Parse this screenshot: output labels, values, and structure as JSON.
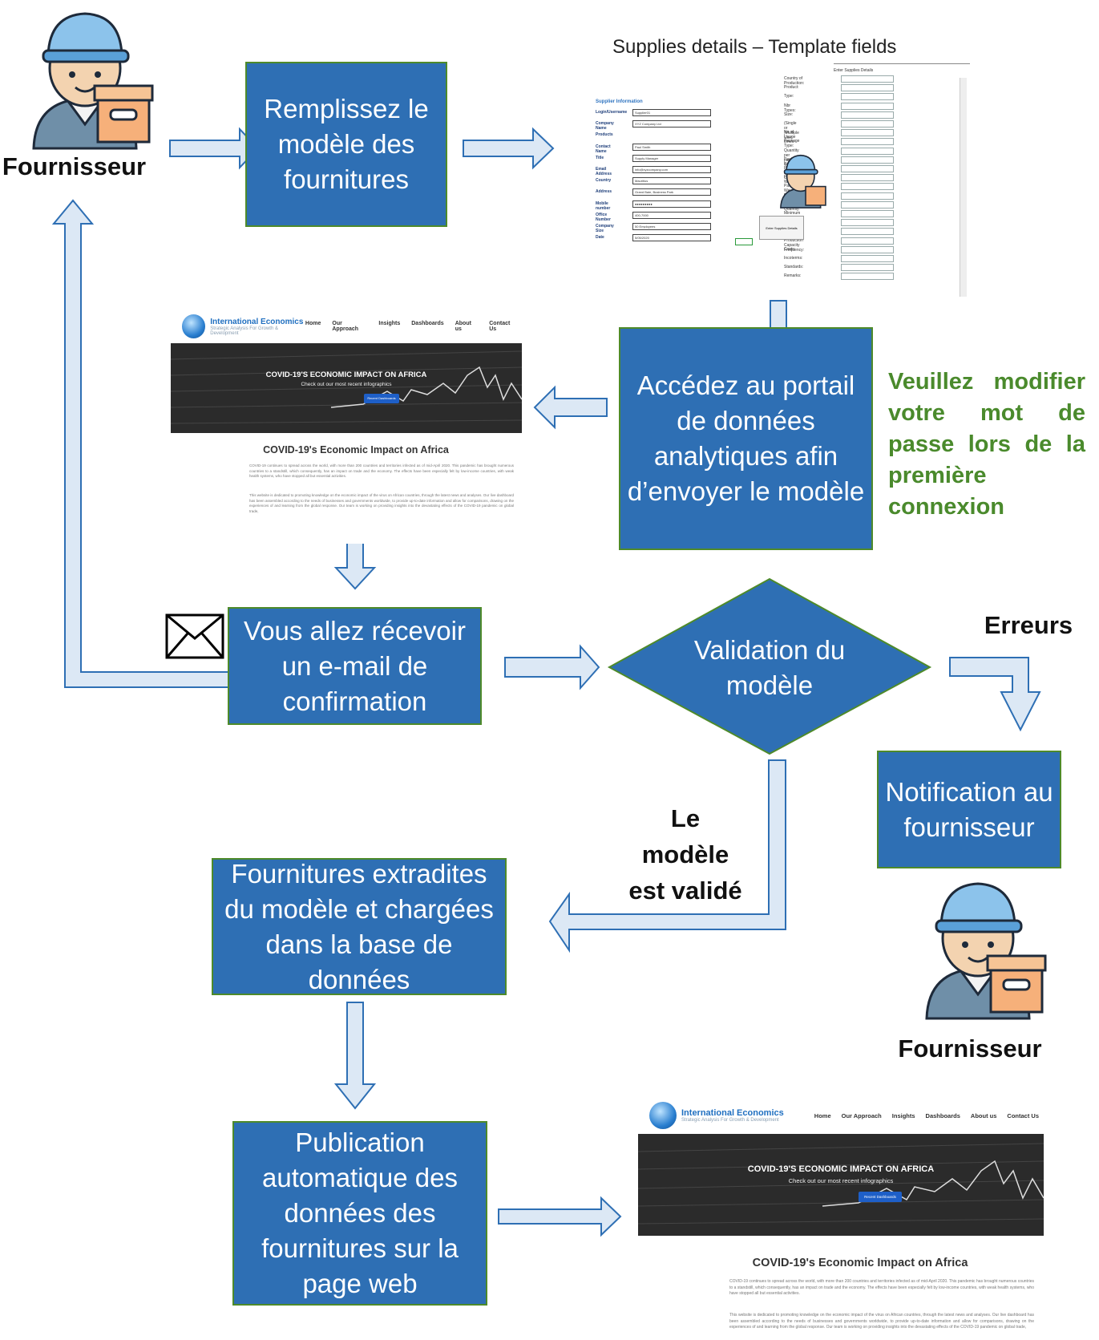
{
  "actor_label": "Fournisseur",
  "steps": {
    "fill_template": "Remplissez le modèle des fournitures",
    "access_portal": "Accédez au portail de données analytiques afin d’envoyer le modèle",
    "confirmation": "Vous allez récevoir un e-mail de confirmation",
    "validation": "Validation du modèle",
    "notification": "Notification au fournisseur",
    "extraction": "Fournitures extradites du modèle et chargées dans la base de données",
    "publication": "Publication automatique des données des fournitures sur la page web"
  },
  "labels": {
    "errors": "Erreurs",
    "validated_lines": [
      "Le",
      "modèle",
      "est validé"
    ]
  },
  "password_note_lines": [
    "Veuillez modifier",
    "votre mot de",
    "passe lors de la",
    "première",
    "connexion"
  ],
  "template": {
    "title": "Supplies details – Template fields",
    "section": "Supplier Information",
    "right_header": "Enter Supplies Details",
    "submit": "Enter Supplies Details",
    "fields": [
      {
        "label": "Login/Username",
        "value": "Supplier01"
      },
      {
        "label": "Company Name",
        "value": "XYZ Company Ltd"
      },
      {
        "label": "Products",
        "value": ""
      },
      {
        "label": "Contact Name",
        "value": "Paul Smith"
      },
      {
        "label": "Title",
        "value": "Supply Manager"
      },
      {
        "label": "Email Address",
        "value": "info@xyzcompany.com"
      },
      {
        "label": "Country",
        "value": "Mauritius"
      },
      {
        "label": "Address",
        "value": "Grand Baie, Business Park"
      },
      {
        "label": "Mobile number",
        "value": "●●●●●●●●●"
      },
      {
        "label": "Office Number",
        "value": "400-7000"
      },
      {
        "label": "Company Size",
        "value": "50 Employees"
      },
      {
        "label": "Date",
        "value": "5/05/2020"
      }
    ],
    "right_fields": [
      "Country of Production:",
      "Product:",
      "Type:",
      "Nbr Types:",
      "Size:",
      "(Single or )Multiple Use:",
      "No of Usage times:",
      "Package Type:",
      "Quantity per package Type:",
      "Package Dimensions:",
      "Package Dimension Unit:",
      "Package Weight:",
      "Package Weight Unit Measure:",
      "Other Specifications:",
      "Available Quantity:",
      "Minimum Order Quantity:",
      "Quantity Units:",
      "Production Capacity:",
      "Production Capacity Frequency:",
      "Costs:",
      "Incoterms:",
      "Standards:",
      "Remarks:"
    ]
  },
  "website": {
    "brand": "International Economics",
    "tagline": "Strategic Analysis For Growth & Development",
    "menu": [
      "Home",
      "Our Approach",
      "Insights",
      "Dashboards",
      "About us",
      "Contact Us"
    ],
    "hero_title": "COVID-19'S ECONOMIC IMPACT ON AFRICA",
    "hero_subtitle": "Check out our most recent infographics",
    "hero_button": "Recent Dashboards",
    "page_title": "COVID-19's Economic Impact on Africa",
    "paragraph1": "COVID-19 continues to spread across the world, with more than 200 countries and territories infected as of mid-April 2020. This pandemic has brought numerous countries to a standstill, which consequently, has an impact on trade and the economy. The effects have been especially felt by low-income countries, with weak health systems, who have stopped all but essential activities.",
    "paragraph2": "This website is dedicated to promoting knowledge on the economic impact of the virus on African countries, through the latest news and analyses. Our live dashboard has been assembled according to the needs of businesses and governments worldwide, to provide up-to-date information and allow for comparisons, drawing on the experiences of and learning from the global response. Our team is working on providing insights into the devastating effects of the COVID-19 pandemic on global trade,"
  },
  "colors": {
    "box_fill": "#2e6fb4",
    "box_border": "#4e8a2a",
    "arrow_fill": "#dce8f5",
    "arrow_stroke": "#2e6fb4",
    "note_green": "#4a8a2c"
  }
}
